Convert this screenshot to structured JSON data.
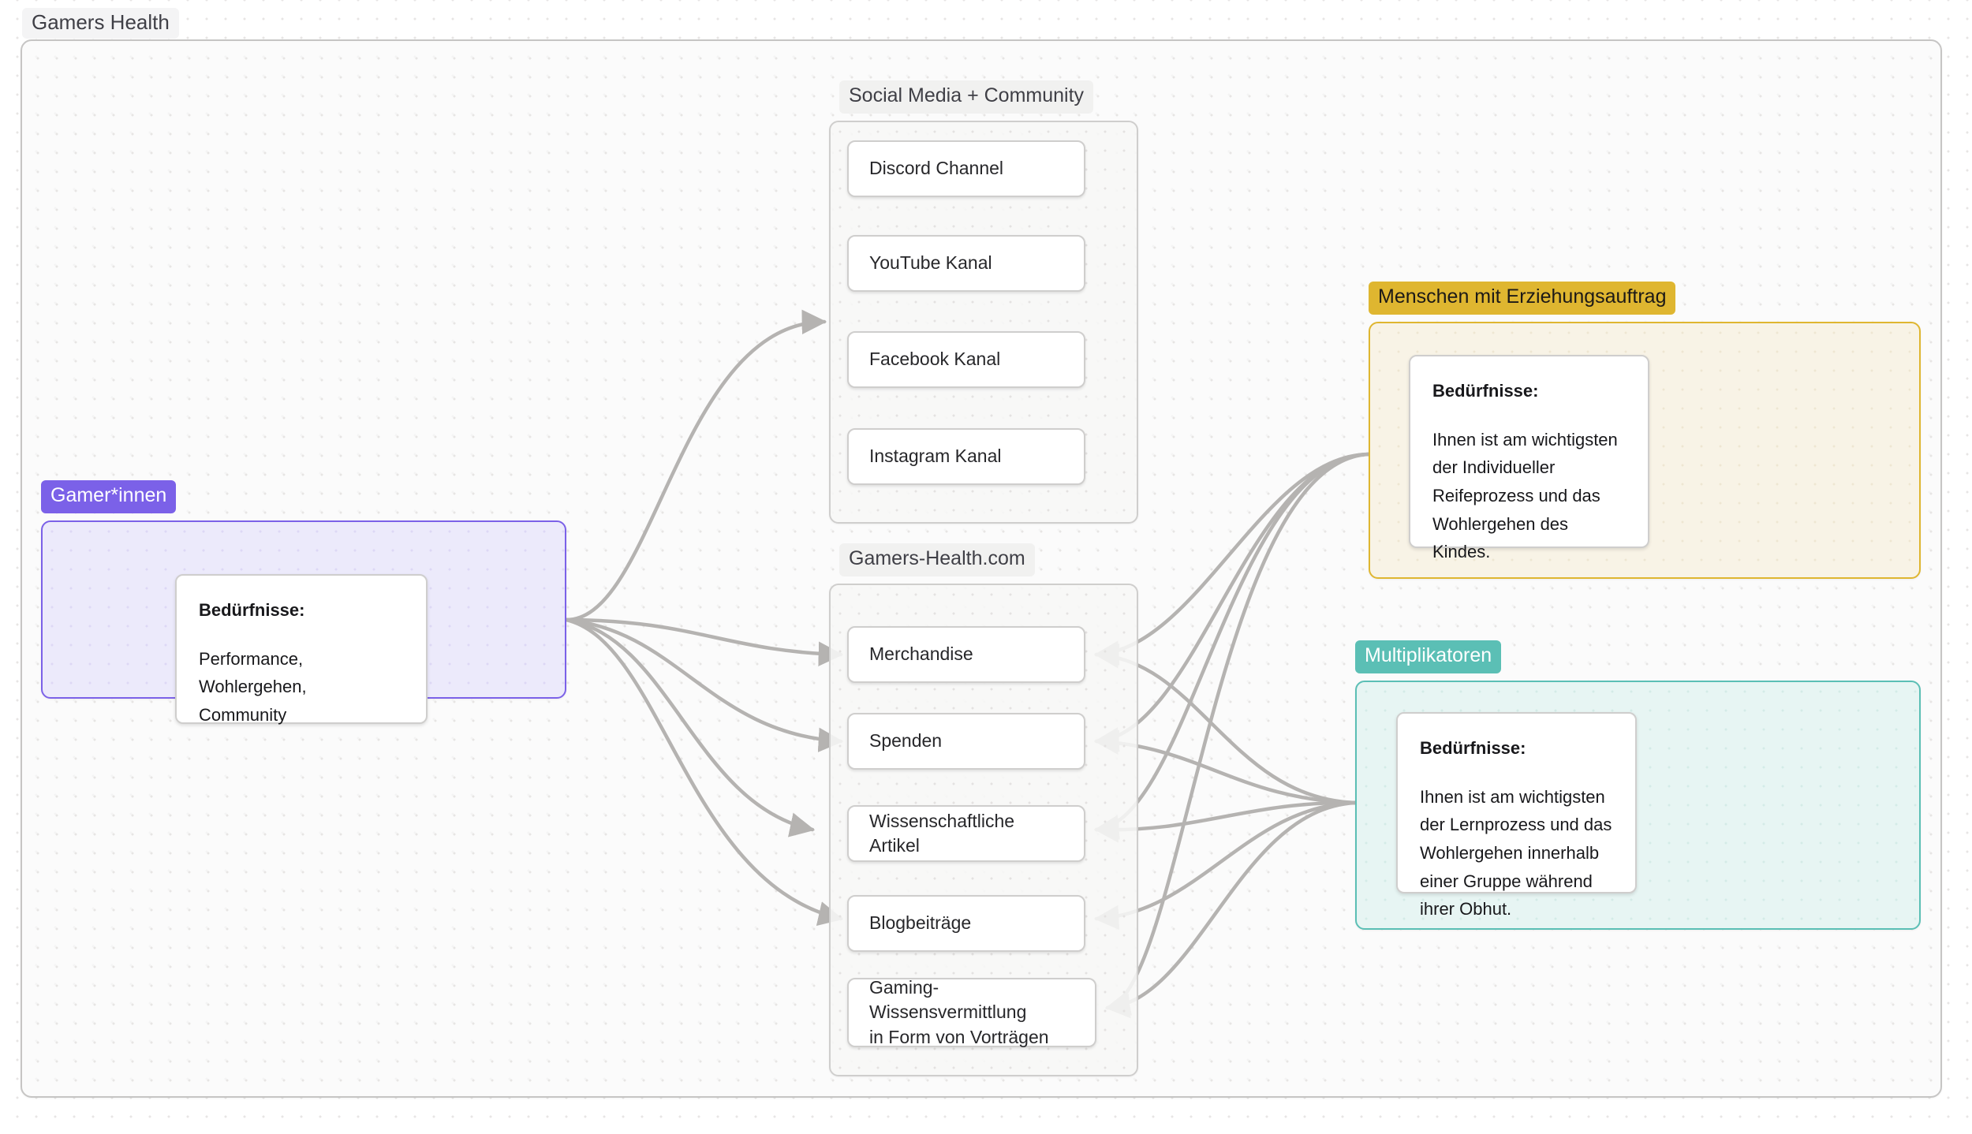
{
  "frame": {
    "title": "Gamers Health"
  },
  "groups": {
    "gamers": {
      "label": "Gamer*innen",
      "color": "#7b61e8",
      "needs_title": "Bedürfnisse:",
      "needs_body": "Performance, Wohlergehen,\nCommunity"
    },
    "social": {
      "label": "Social Media + Community",
      "nodes": [
        {
          "label": "Discord Channel"
        },
        {
          "label": "YouTube Kanal"
        },
        {
          "label": "Facebook Kanal"
        },
        {
          "label": "Instagram Kanal"
        }
      ]
    },
    "website": {
      "label": "Gamers-Health.com",
      "nodes": [
        {
          "label": "Merchandise"
        },
        {
          "label": "Spenden"
        },
        {
          "label": "Wissenschaftliche Artikel"
        },
        {
          "label": "Blogbeiträge"
        },
        {
          "label": "Gaming-Wissensvermittlung\nin Form von Vorträgen"
        }
      ]
    },
    "educators": {
      "label": "Menschen mit Erziehungsauftrag",
      "color": "#dfb630",
      "needs_title": "Bedürfnisse:",
      "needs_body": "Ihnen ist am wichtigsten\nder Individueller\nReifeprozess und das\nWohlergehen des Kindes."
    },
    "multipliers": {
      "label": "Multiplikatoren",
      "color": "#5bbfb5",
      "needs_title": "Bedürfnisse:",
      "needs_body": "Ihnen ist am wichtigsten\nder Lernprozess und das\nWohlergehen innerhalb\neiner Gruppe während\nihrer Obhut."
    }
  },
  "edges": {
    "stroke": "#b5b3b1"
  }
}
